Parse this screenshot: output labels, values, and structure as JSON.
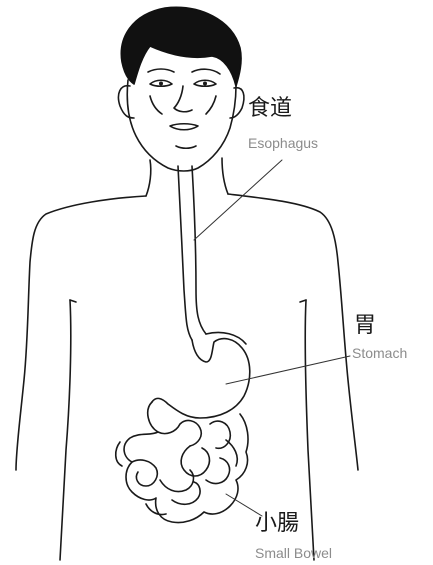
{
  "colors": {
    "outline": "#1a1a1a",
    "hair": "#111111",
    "skin": "#ffffff",
    "label_jp": "#1a1a1a",
    "label_en": "#8c8c8c",
    "leader": "#333333"
  },
  "icon": "human-digestive-system-outline",
  "labels": {
    "esophagus": {
      "jp": "食道",
      "en": "Esophagus"
    },
    "stomach": {
      "jp": "胃",
      "en": "Stomach"
    },
    "small_bowel": {
      "jp": "小腸",
      "en": "Small Bowel"
    }
  }
}
